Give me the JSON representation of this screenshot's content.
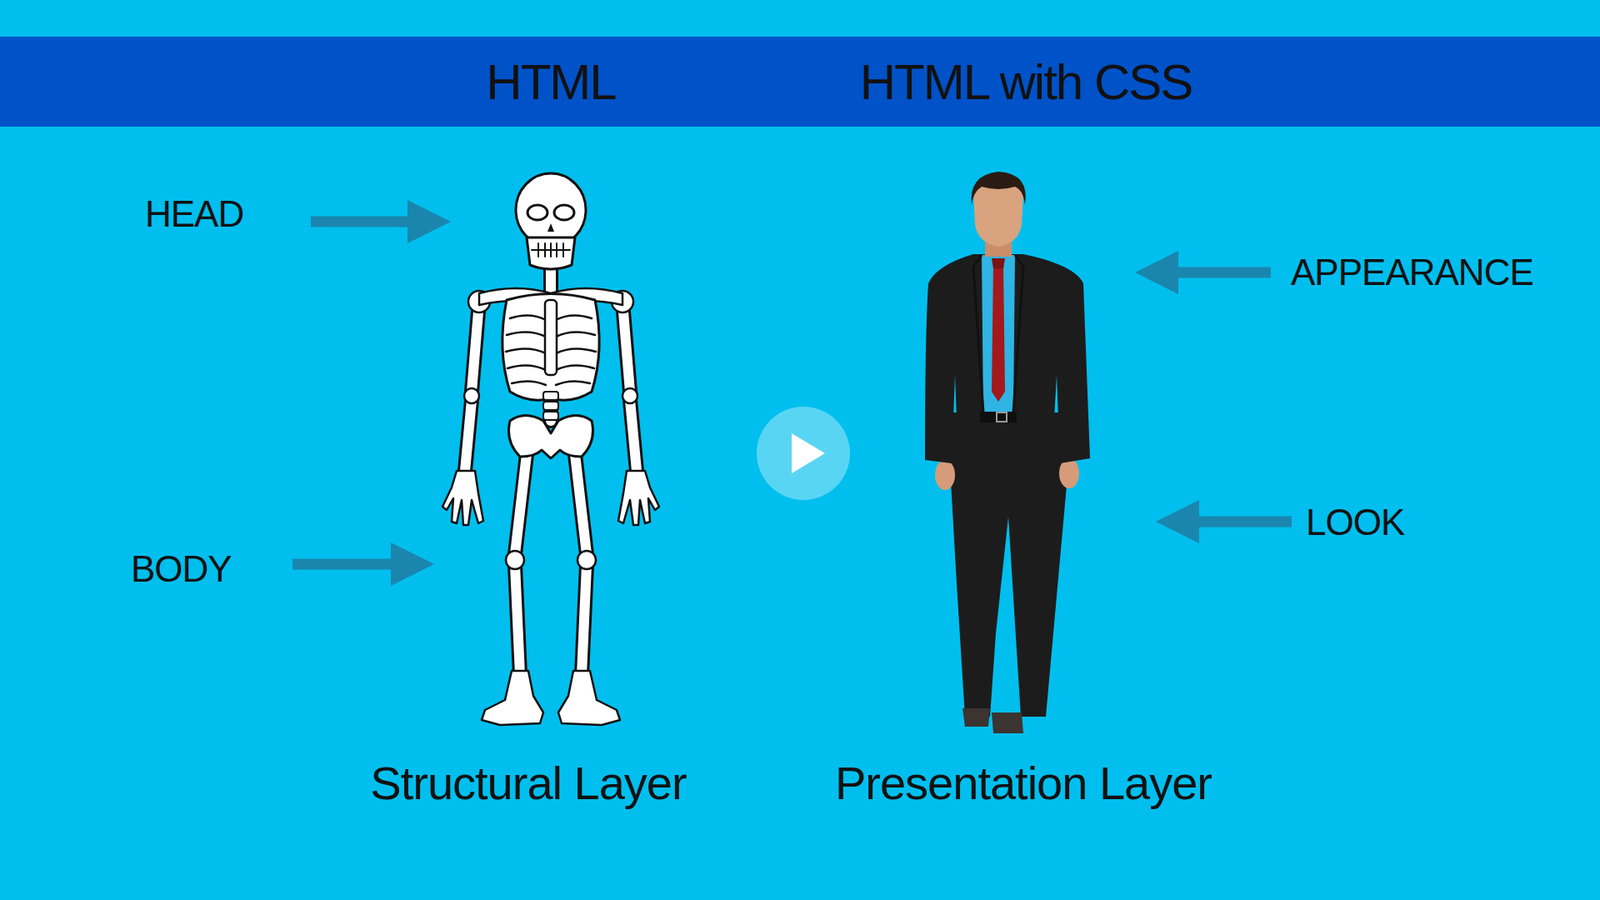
{
  "diagram": {
    "nodes": [
      {
        "text": [
          "HTML",
          "HTML with CSS"
        ]
      }
    ],
    "labels": [
      "HEAD",
      "BODY",
      "APPEARANCE",
      "LOOK",
      "Structural Layer",
      "Presentation Layer"
    ]
  }
}
